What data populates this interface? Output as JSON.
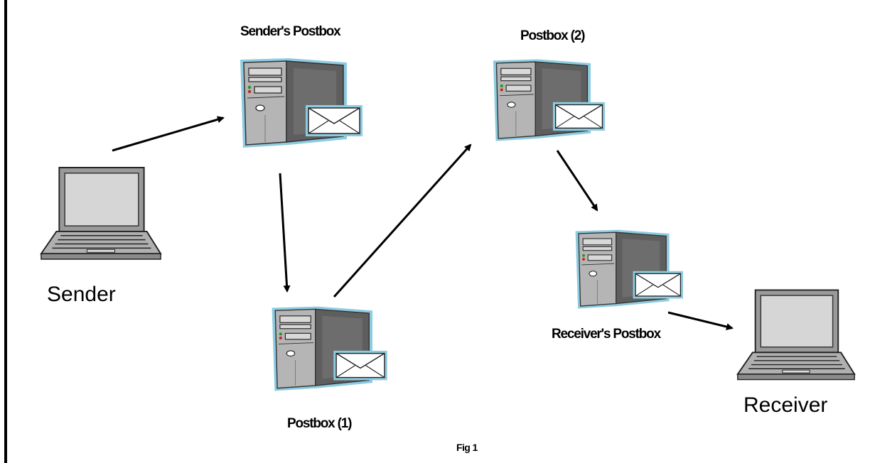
{
  "nodes": {
    "sender": {
      "label": "Sender"
    },
    "senders_postbox": {
      "label": "Sender's Postbox"
    },
    "postbox_1": {
      "label": "Postbox (1)"
    },
    "postbox_2": {
      "label": "Postbox (2)"
    },
    "receivers_postbox": {
      "label": "Receiver's Postbox"
    },
    "receiver": {
      "label": "Receiver"
    }
  },
  "edges": [
    {
      "from": "Sender",
      "to": "Sender's Postbox"
    },
    {
      "from": "Sender's Postbox",
      "to": "Postbox (1)"
    },
    {
      "from": "Postbox (1)",
      "to": "Postbox (2)"
    },
    {
      "from": "Postbox (2)",
      "to": "Receiver's Postbox"
    },
    {
      "from": "Receiver's Postbox",
      "to": "Receiver"
    }
  ],
  "caption": "Fig 1",
  "colors": {
    "server_outline": "#8ecbe0",
    "server_body": "#8a8a8a",
    "arrow": "#000000"
  }
}
